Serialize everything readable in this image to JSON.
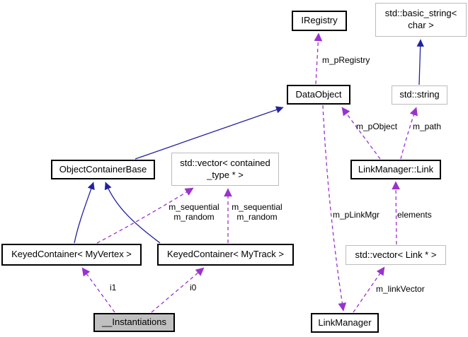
{
  "diagram": {
    "kind": "class-collaboration-graph",
    "colors": {
      "background": "#ffffff",
      "inheritance_edge": "#22229c",
      "usage_edge": "#9a32cd",
      "class_border": "#000000",
      "external_border": "#bcbcbc",
      "highlight_fill": "#c0c0c0",
      "text": "#000000"
    },
    "nodes": [
      {
        "id": "iregistry",
        "label": "IRegistry",
        "kind": "class"
      },
      {
        "id": "std-basic-string",
        "label": "std::basic_string<\nchar >",
        "kind": "external"
      },
      {
        "id": "dataobject",
        "label": "DataObject",
        "kind": "class"
      },
      {
        "id": "std-string",
        "label": "std::string",
        "kind": "external"
      },
      {
        "id": "objectcontainerbase",
        "label": "ObjectContainerBase",
        "kind": "class"
      },
      {
        "id": "std-vector-contained-type",
        "label": "std::vector< contained\n_type * >",
        "kind": "external"
      },
      {
        "id": "linkmanager-link",
        "label": "LinkManager::Link",
        "kind": "class"
      },
      {
        "id": "std-vector-link",
        "label": "std::vector< Link * >",
        "kind": "external"
      },
      {
        "id": "keyedcontainer-myvertex",
        "label": "KeyedContainer< MyVertex >",
        "kind": "class"
      },
      {
        "id": "keyedcontainer-mytrack",
        "label": "KeyedContainer< MyTrack >",
        "kind": "class"
      },
      {
        "id": "instantiations",
        "label": "__Instantiations",
        "kind": "highlight"
      },
      {
        "id": "linkmanager",
        "label": "LinkManager",
        "kind": "class"
      }
    ],
    "edge_labels": [
      {
        "id": "m_pRegistry",
        "text": "m_pRegistry"
      },
      {
        "id": "m_pObject",
        "text": "m_pObject"
      },
      {
        "id": "m_path",
        "text": "m_path"
      },
      {
        "id": "m_pLinkMgr",
        "text": "m_pLinkMgr"
      },
      {
        "id": "elements",
        "text": "elements"
      },
      {
        "id": "m_linkVector",
        "text": "m_linkVector"
      },
      {
        "id": "seq_left",
        "text": "m_sequential\nm_random"
      },
      {
        "id": "seq_right",
        "text": "m_sequential\nm_random"
      },
      {
        "id": "i1",
        "text": "i1"
      },
      {
        "id": "i0",
        "text": "i0"
      }
    ],
    "edges": [
      {
        "from": "std::string",
        "to": "std::basic_string< char >",
        "type": "inheritance"
      },
      {
        "from": "ObjectContainerBase",
        "to": "DataObject",
        "type": "inheritance"
      },
      {
        "from": "KeyedContainer< MyVertex >",
        "to": "ObjectContainerBase",
        "type": "inheritance"
      },
      {
        "from": "KeyedContainer< MyTrack >",
        "to": "ObjectContainerBase",
        "type": "inheritance"
      },
      {
        "from": "DataObject",
        "to": "IRegistry",
        "type": "usage",
        "label": "m_pRegistry"
      },
      {
        "from": "LinkManager::Link",
        "to": "DataObject",
        "type": "usage",
        "label": "m_pObject"
      },
      {
        "from": "LinkManager::Link",
        "to": "std::string",
        "type": "usage",
        "label": "m_path"
      },
      {
        "from": "DataObject",
        "to": "LinkManager",
        "type": "usage",
        "label": "m_pLinkMgr"
      },
      {
        "from": "std::vector< Link * >",
        "to": "LinkManager::Link",
        "type": "usage",
        "label": "elements"
      },
      {
        "from": "LinkManager",
        "to": "std::vector< Link * >",
        "type": "usage",
        "label": "m_linkVector"
      },
      {
        "from": "KeyedContainer< MyVertex >",
        "to": "std::vector< contained_type * >",
        "type": "usage",
        "label": "m_sequential\nm_random"
      },
      {
        "from": "KeyedContainer< MyTrack >",
        "to": "std::vector< contained_type * >",
        "type": "usage",
        "label": "m_sequential\nm_random"
      },
      {
        "from": "__Instantiations",
        "to": "KeyedContainer< MyVertex >",
        "type": "usage",
        "label": "i1"
      },
      {
        "from": "__Instantiations",
        "to": "KeyedContainer< MyTrack >",
        "type": "usage",
        "label": "i0"
      }
    ]
  }
}
